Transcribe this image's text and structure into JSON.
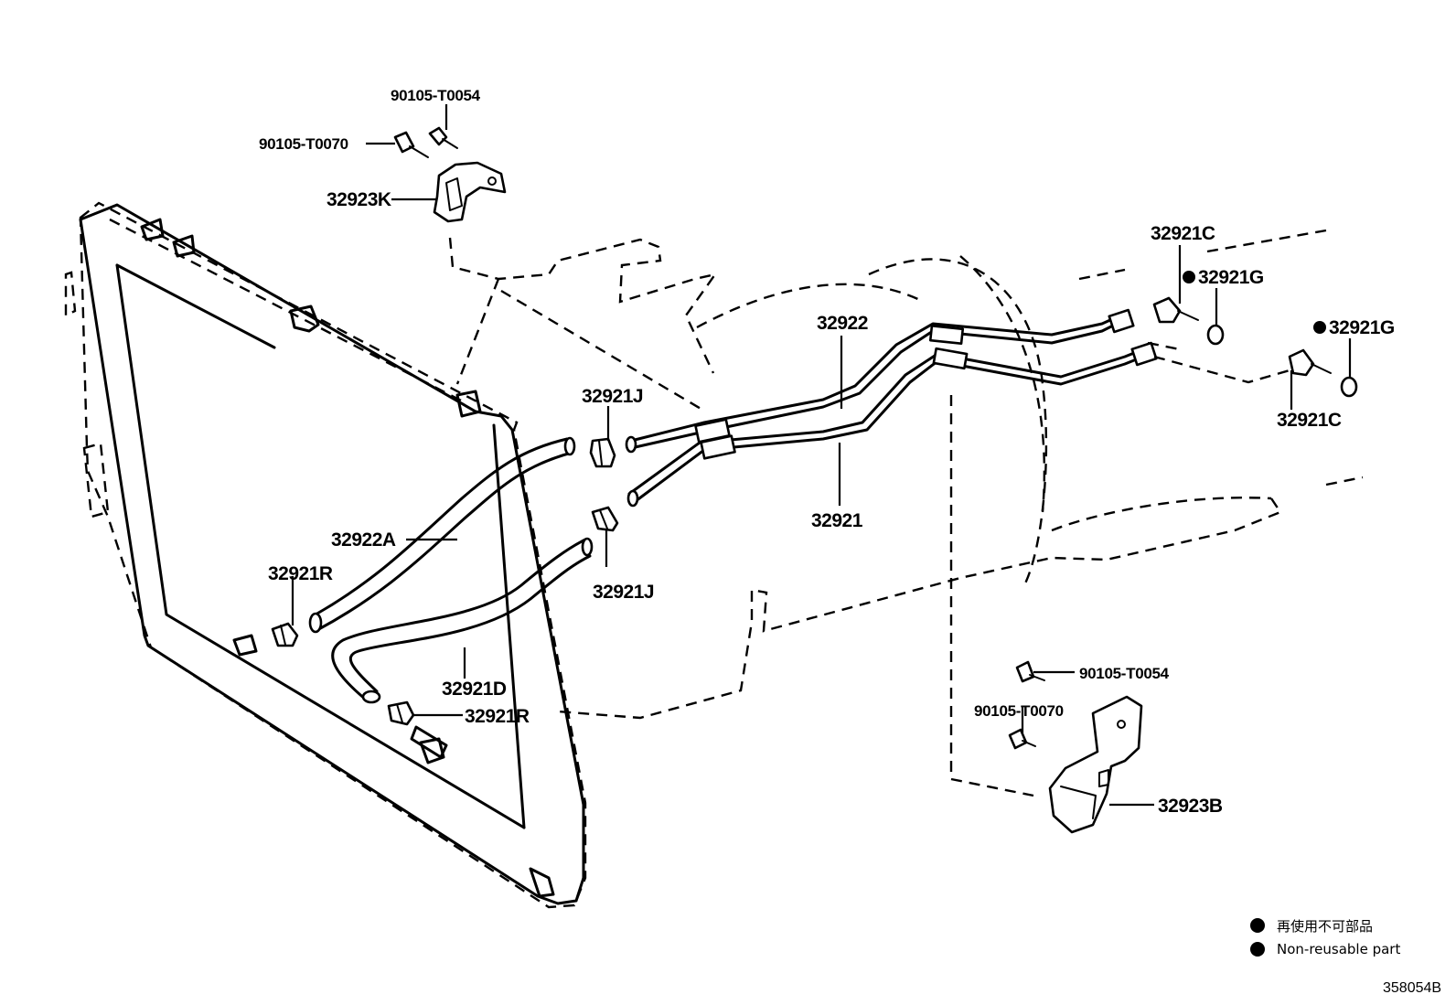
{
  "callouts": {
    "bolt_top_1": "90105-T0054",
    "bolt_top_2": "90105-T0070",
    "bracket_top": "32923K",
    "fitting_upper": "32921C",
    "gasket_upper": "32921G",
    "gasket_lower": "32921G",
    "fitting_lower": "32921C",
    "pipe_upper": "32922",
    "pipe_lower": "32921",
    "clamp_upper": "32921J",
    "clamp_lower": "32921J",
    "hose_upper": "32922A",
    "clamp_left": "32921R",
    "hose_lower": "32921D",
    "clamp_bottom": "32921R",
    "bolt_right_1": "90105-T0054",
    "bolt_right_2": "90105-T0070",
    "bracket_right": "32923B"
  },
  "legend": {
    "line1": "再使用不可部品",
    "line2": "Non-reusable part"
  },
  "diagram_code": "358054B"
}
